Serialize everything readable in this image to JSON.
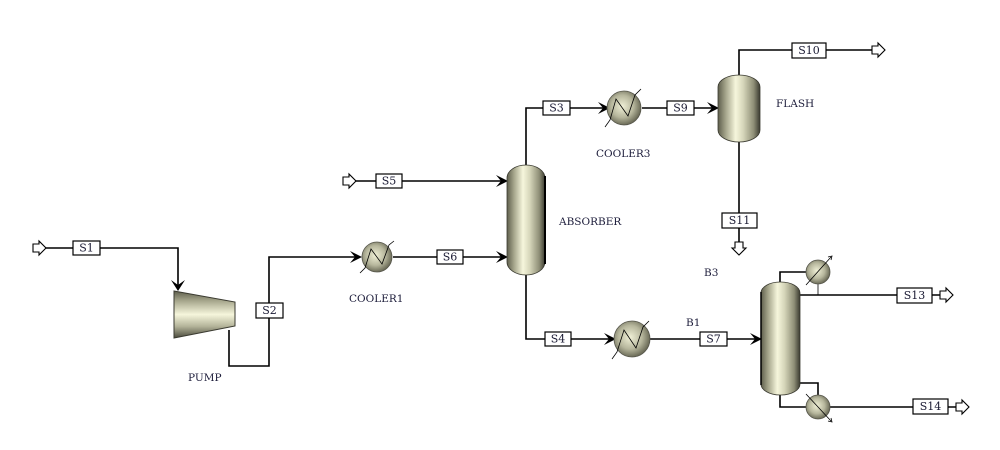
{
  "diagram": {
    "type": "process-flow-diagram",
    "colors": {
      "background": "#ffffff",
      "line": "#000000",
      "equipment_light": "#f4f4d8",
      "equipment_mid": "#b8b89c",
      "equipment_dark": "#6e6e5a",
      "label_text": "#1c1c3a"
    },
    "blocks": [
      {
        "id": "PUMP",
        "label": "PUMP",
        "kind": "pump"
      },
      {
        "id": "COOLER1",
        "label": "COOLER1",
        "kind": "heat-exchanger"
      },
      {
        "id": "ABSORBER",
        "label": "ABSORBER",
        "kind": "column"
      },
      {
        "id": "COOLER3",
        "label": "COOLER3",
        "kind": "heat-exchanger"
      },
      {
        "id": "FLASH",
        "label": "FLASH",
        "kind": "flash-drum"
      },
      {
        "id": "B3",
        "label": "B3",
        "kind": "heat-exchanger"
      },
      {
        "id": "B1",
        "label": "B1",
        "kind": "distillation-column"
      }
    ],
    "streams": [
      {
        "id": "S1",
        "label": "S1",
        "from": "feed",
        "to": "PUMP"
      },
      {
        "id": "S2",
        "label": "S2",
        "from": "PUMP",
        "to": "COOLER1"
      },
      {
        "id": "S5",
        "label": "S5",
        "from": "feed",
        "to": "ABSORBER"
      },
      {
        "id": "S6",
        "label": "S6",
        "from": "COOLER1",
        "to": "ABSORBER"
      },
      {
        "id": "S3",
        "label": "S3",
        "from": "ABSORBER",
        "to": "COOLER3"
      },
      {
        "id": "S9",
        "label": "S9",
        "from": "COOLER3",
        "to": "FLASH"
      },
      {
        "id": "S10",
        "label": "S10",
        "from": "FLASH",
        "to": "product"
      },
      {
        "id": "S11",
        "label": "S11",
        "from": "FLASH",
        "to": "product"
      },
      {
        "id": "S4",
        "label": "S4",
        "from": "ABSORBER",
        "to": "B3"
      },
      {
        "id": "S7",
        "label": "S7",
        "from": "B3",
        "to": "B1"
      },
      {
        "id": "S13",
        "label": "S13",
        "from": "B1",
        "to": "product"
      },
      {
        "id": "S14",
        "label": "S14",
        "from": "B1",
        "to": "product"
      }
    ]
  }
}
